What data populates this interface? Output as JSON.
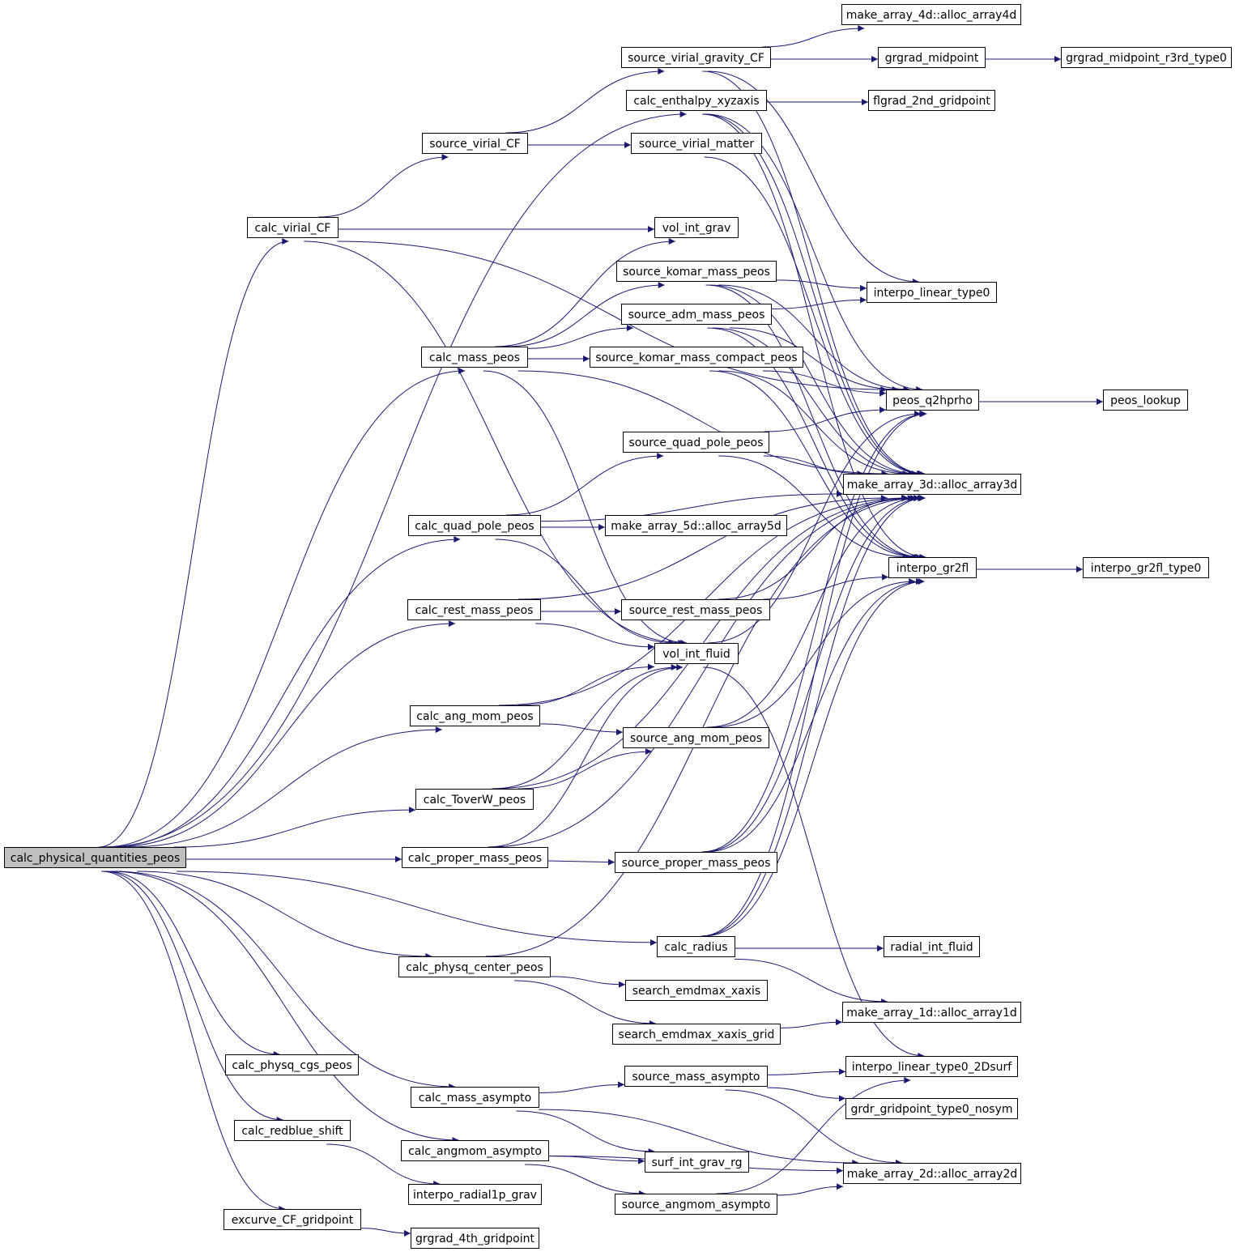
{
  "graph": {
    "kind": "call-graph",
    "edge_color": "#191970",
    "root_fill": "#bfbfbf",
    "nodes": [
      {
        "id": "root",
        "label": "calc_physical_quantities_peos"
      },
      {
        "id": "virial_cf",
        "label": "calc_virial_CF"
      },
      {
        "id": "mass_peos",
        "label": "calc_mass_peos"
      },
      {
        "id": "quad_pole_peos",
        "label": "calc_quad_pole_peos"
      },
      {
        "id": "rest_mass_peos",
        "label": "calc_rest_mass_peos"
      },
      {
        "id": "ang_mom_peos",
        "label": "calc_ang_mom_peos"
      },
      {
        "id": "toverw_peos",
        "label": "calc_ToverW_peos"
      },
      {
        "id": "proper_mass_peos",
        "label": "calc_proper_mass_peos"
      },
      {
        "id": "physq_center_peos",
        "label": "calc_physq_center_peos"
      },
      {
        "id": "physq_cgs_peos",
        "label": "calc_physq_cgs_peos"
      },
      {
        "id": "mass_asympto",
        "label": "calc_mass_asympto"
      },
      {
        "id": "redblue_shift",
        "label": "calc_redblue_shift"
      },
      {
        "id": "angmom_asympto",
        "label": "calc_angmom_asympto"
      },
      {
        "id": "excurve",
        "label": "excurve_CF_gridpoint"
      },
      {
        "id": "src_virial_cf",
        "label": "source_virial_CF"
      },
      {
        "id": "interpo_radial1p",
        "label": "interpo_radial1p_grav"
      },
      {
        "id": "grgrad_4th",
        "label": "grgrad_4th_gridpoint"
      },
      {
        "id": "src_virial_grav",
        "label": "source_virial_gravity_CF"
      },
      {
        "id": "enthalpy",
        "label": "calc_enthalpy_xyzaxis"
      },
      {
        "id": "src_virial_matter",
        "label": "source_virial_matter"
      },
      {
        "id": "vol_int_grav",
        "label": "vol_int_grav"
      },
      {
        "id": "src_komar",
        "label": "source_komar_mass_peos"
      },
      {
        "id": "src_adm",
        "label": "source_adm_mass_peos"
      },
      {
        "id": "src_komar_compact",
        "label": "source_komar_mass_compact_peos"
      },
      {
        "id": "src_quad",
        "label": "source_quad_pole_peos"
      },
      {
        "id": "alloc5d",
        "label": "make_array_5d::alloc_array5d"
      },
      {
        "id": "src_rest",
        "label": "source_rest_mass_peos"
      },
      {
        "id": "vol_int_fluid",
        "label": "vol_int_fluid"
      },
      {
        "id": "src_angmom",
        "label": "source_ang_mom_peos"
      },
      {
        "id": "src_proper",
        "label": "source_proper_mass_peos"
      },
      {
        "id": "calc_radius",
        "label": "calc_radius"
      },
      {
        "id": "search_xaxis",
        "label": "search_emdmax_xaxis"
      },
      {
        "id": "search_grid",
        "label": "search_emdmax_xaxis_grid"
      },
      {
        "id": "src_mass_asym",
        "label": "source_mass_asympto"
      },
      {
        "id": "surf_int",
        "label": "surf_int_grav_rg"
      },
      {
        "id": "src_angmom_asym",
        "label": "source_angmom_asympto"
      },
      {
        "id": "alloc4d",
        "label": "make_array_4d::alloc_array4d"
      },
      {
        "id": "grgrad_mid",
        "label": "grgrad_midpoint"
      },
      {
        "id": "flgrad",
        "label": "flgrad_2nd_gridpoint"
      },
      {
        "id": "interpo_lin",
        "label": "interpo_linear_type0"
      },
      {
        "id": "peos_q2hprho",
        "label": "peos_q2hprho"
      },
      {
        "id": "alloc3d",
        "label": "make_array_3d::alloc_array3d"
      },
      {
        "id": "interpo_gr2fl",
        "label": "interpo_gr2fl"
      },
      {
        "id": "radial_int",
        "label": "radial_int_fluid"
      },
      {
        "id": "alloc1d",
        "label": "make_array_1d::alloc_array1d"
      },
      {
        "id": "interpo_lin2d",
        "label": "interpo_linear_type0_2Dsurf"
      },
      {
        "id": "grdr",
        "label": "grdr_gridpoint_type0_nosym"
      },
      {
        "id": "alloc2d",
        "label": "make_array_2d::alloc_array2d"
      },
      {
        "id": "grgrad_r3rd",
        "label": "grgrad_midpoint_r3rd_type0"
      },
      {
        "id": "peos_lookup",
        "label": "peos_lookup"
      },
      {
        "id": "gr2fl_type0",
        "label": "interpo_gr2fl_type0"
      }
    ],
    "edges": [
      [
        "root",
        "virial_cf"
      ],
      [
        "root",
        "mass_peos"
      ],
      [
        "root",
        "quad_pole_peos"
      ],
      [
        "root",
        "rest_mass_peos"
      ],
      [
        "root",
        "ang_mom_peos"
      ],
      [
        "root",
        "toverw_peos"
      ],
      [
        "root",
        "proper_mass_peos"
      ],
      [
        "root",
        "physq_center_peos"
      ],
      [
        "root",
        "physq_cgs_peos"
      ],
      [
        "root",
        "mass_asympto"
      ],
      [
        "root",
        "redblue_shift"
      ],
      [
        "root",
        "angmom_asympto"
      ],
      [
        "root",
        "excurve"
      ],
      [
        "root",
        "enthalpy"
      ],
      [
        "root",
        "calc_radius"
      ],
      [
        "virial_cf",
        "src_virial_cf"
      ],
      [
        "virial_cf",
        "vol_int_grav"
      ],
      [
        "virial_cf",
        "vol_int_fluid"
      ],
      [
        "virial_cf",
        "peos_q2hprho"
      ],
      [
        "src_virial_cf",
        "src_virial_grav"
      ],
      [
        "src_virial_cf",
        "src_virial_matter"
      ],
      [
        "src_virial_grav",
        "alloc4d"
      ],
      [
        "src_virial_grav",
        "grgrad_mid"
      ],
      [
        "src_virial_grav",
        "interpo_lin"
      ],
      [
        "src_virial_grav",
        "alloc3d"
      ],
      [
        "grgrad_mid",
        "grgrad_r3rd"
      ],
      [
        "enthalpy",
        "flgrad"
      ],
      [
        "enthalpy",
        "peos_q2hprho"
      ],
      [
        "enthalpy",
        "alloc3d"
      ],
      [
        "enthalpy",
        "interpo_gr2fl"
      ],
      [
        "src_virial_matter",
        "alloc3d"
      ],
      [
        "mass_peos",
        "vol_int_grav"
      ],
      [
        "mass_peos",
        "src_komar"
      ],
      [
        "mass_peos",
        "src_adm"
      ],
      [
        "mass_peos",
        "src_komar_compact"
      ],
      [
        "mass_peos",
        "alloc3d"
      ],
      [
        "mass_peos",
        "vol_int_fluid"
      ],
      [
        "src_komar",
        "interpo_lin"
      ],
      [
        "src_komar",
        "peos_q2hprho"
      ],
      [
        "src_komar",
        "alloc3d"
      ],
      [
        "src_komar",
        "interpo_gr2fl"
      ],
      [
        "src_adm",
        "interpo_lin"
      ],
      [
        "src_adm",
        "peos_q2hprho"
      ],
      [
        "src_adm",
        "alloc3d"
      ],
      [
        "src_adm",
        "interpo_gr2fl"
      ],
      [
        "src_komar_compact",
        "peos_q2hprho"
      ],
      [
        "src_komar_compact",
        "alloc3d"
      ],
      [
        "src_komar_compact",
        "interpo_gr2fl"
      ],
      [
        "peos_q2hprho",
        "peos_lookup"
      ],
      [
        "quad_pole_peos",
        "src_quad"
      ],
      [
        "quad_pole_peos",
        "alloc3d"
      ],
      [
        "quad_pole_peos",
        "alloc5d"
      ],
      [
        "quad_pole_peos",
        "vol_int_fluid"
      ],
      [
        "src_quad",
        "peos_q2hprho"
      ],
      [
        "src_quad",
        "alloc3d"
      ],
      [
        "src_quad",
        "interpo_gr2fl"
      ],
      [
        "rest_mass_peos",
        "src_rest"
      ],
      [
        "rest_mass_peos",
        "vol_int_fluid"
      ],
      [
        "rest_mass_peos",
        "alloc3d"
      ],
      [
        "src_rest",
        "alloc3d"
      ],
      [
        "src_rest",
        "interpo_gr2fl"
      ],
      [
        "interpo_gr2fl",
        "gr2fl_type0"
      ],
      [
        "vol_int_fluid",
        "peos_q2hprho"
      ],
      [
        "vol_int_fluid",
        "interpo_lin2d"
      ],
      [
        "ang_mom_peos",
        "vol_int_fluid"
      ],
      [
        "ang_mom_peos",
        "src_angmom"
      ],
      [
        "ang_mom_peos",
        "alloc3d"
      ],
      [
        "src_angmom",
        "alloc3d"
      ],
      [
        "src_angmom",
        "interpo_gr2fl"
      ],
      [
        "toverw_peos",
        "vol_int_fluid"
      ],
      [
        "toverw_peos",
        "src_angmom"
      ],
      [
        "toverw_peos",
        "alloc3d"
      ],
      [
        "proper_mass_peos",
        "src_proper"
      ],
      [
        "proper_mass_peos",
        "vol_int_fluid"
      ],
      [
        "proper_mass_peos",
        "alloc3d"
      ],
      [
        "src_proper",
        "alloc3d"
      ],
      [
        "src_proper",
        "interpo_gr2fl"
      ],
      [
        "src_proper",
        "peos_q2hprho"
      ],
      [
        "calc_radius",
        "radial_int"
      ],
      [
        "calc_radius",
        "alloc1d"
      ],
      [
        "calc_radius",
        "alloc3d"
      ],
      [
        "calc_radius",
        "interpo_gr2fl"
      ],
      [
        "calc_radius",
        "peos_q2hprho"
      ],
      [
        "physq_center_peos",
        "search_xaxis"
      ],
      [
        "physq_center_peos",
        "search_grid"
      ],
      [
        "physq_center_peos",
        "alloc3d"
      ],
      [
        "search_grid",
        "alloc1d"
      ],
      [
        "mass_asympto",
        "src_mass_asym"
      ],
      [
        "mass_asympto",
        "surf_int"
      ],
      [
        "mass_asympto",
        "alloc2d"
      ],
      [
        "src_mass_asym",
        "interpo_lin2d"
      ],
      [
        "src_mass_asym",
        "grdr"
      ],
      [
        "src_mass_asym",
        "alloc2d"
      ],
      [
        "angmom_asympto",
        "surf_int"
      ],
      [
        "angmom_asympto",
        "src_angmom_asym"
      ],
      [
        "angmom_asympto",
        "alloc2d"
      ],
      [
        "src_angmom_asym",
        "alloc2d"
      ],
      [
        "src_angmom_asym",
        "interpo_lin2d"
      ],
      [
        "redblue_shift",
        "interpo_radial1p"
      ],
      [
        "excurve",
        "grgrad_4th"
      ]
    ]
  }
}
